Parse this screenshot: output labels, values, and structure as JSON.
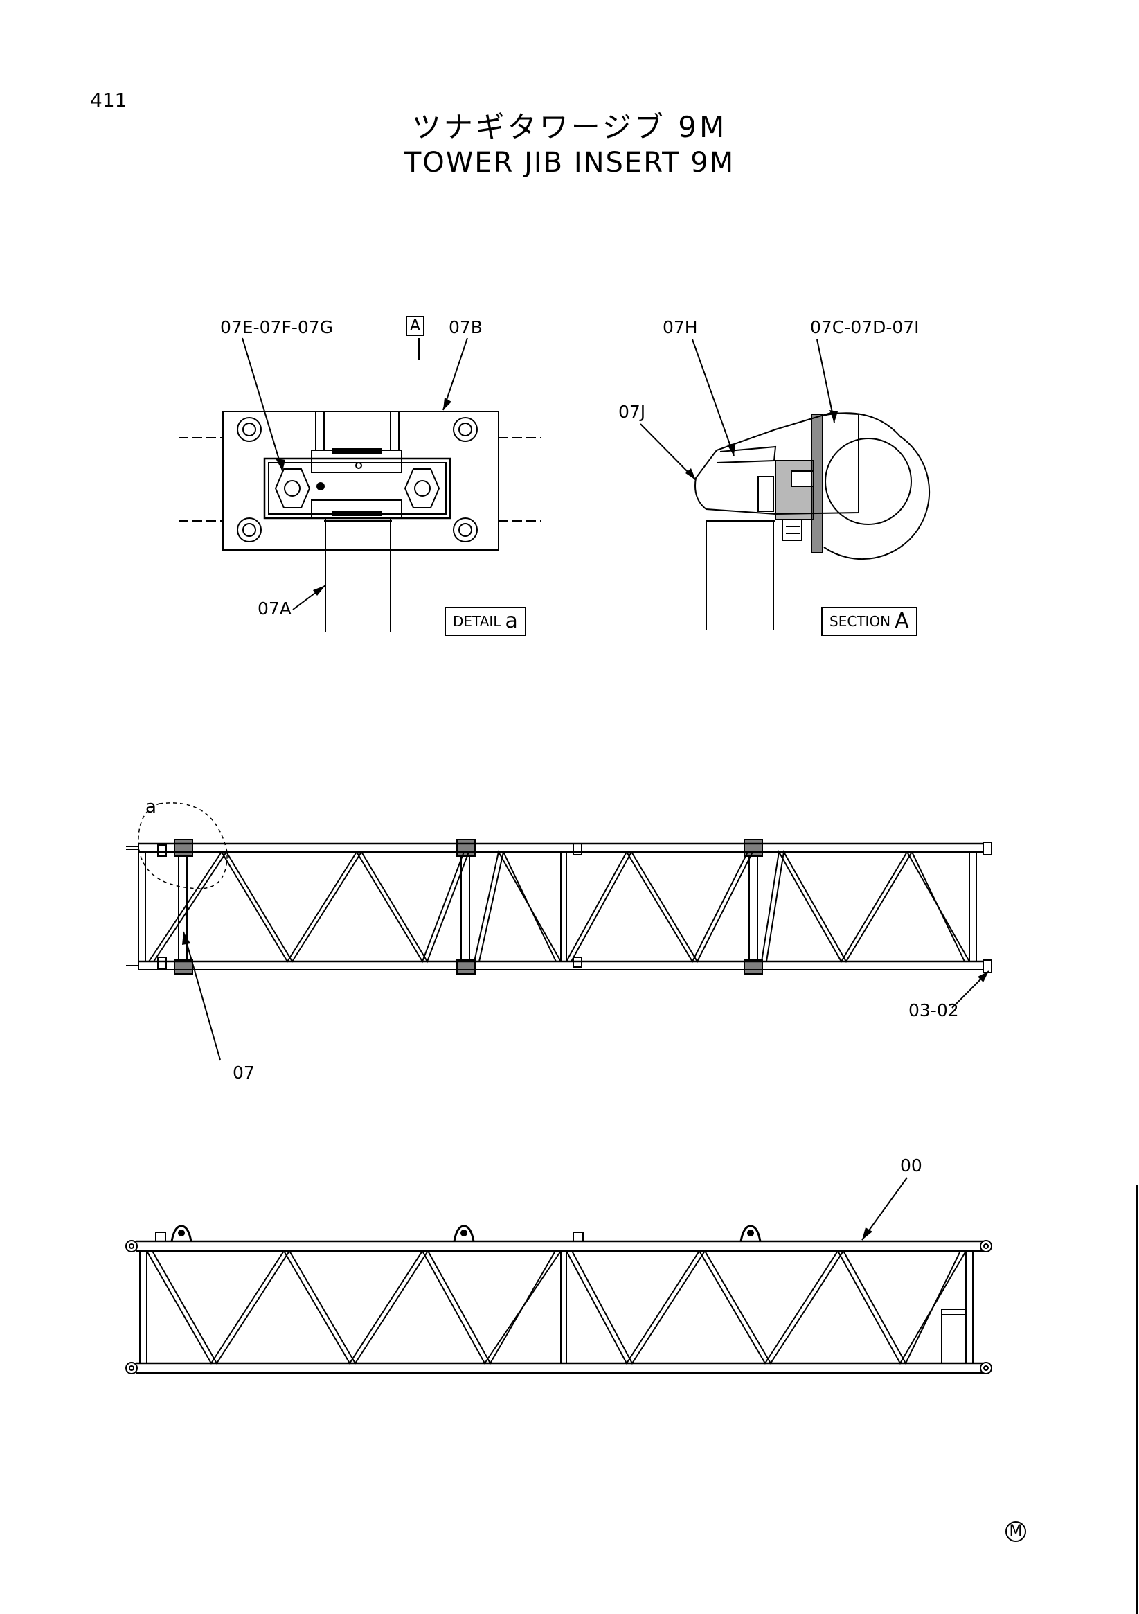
{
  "page_number": "411",
  "title_jp": "ツナギタワージブ 9M",
  "title_en": "TOWER JIB INSERT 9M",
  "detail_a": {
    "box_label": "DETAIL",
    "box_letter": "a",
    "callouts": {
      "bolts": "07E-07F-07G",
      "plate": "07B",
      "tube": "07A"
    },
    "section_marker": "A"
  },
  "section_a": {
    "box_label": "SECTION",
    "box_letter": "A",
    "callouts": {
      "part_h": "07H",
      "part_cdi": "07C-07D-07I",
      "part_j": "07J"
    }
  },
  "top_view": {
    "detail_marker": "a",
    "callouts": {
      "clamp": "07",
      "pin": "03-02"
    }
  },
  "side_view": {
    "callouts": {
      "frame": "00"
    }
  },
  "corner_mark": "M"
}
